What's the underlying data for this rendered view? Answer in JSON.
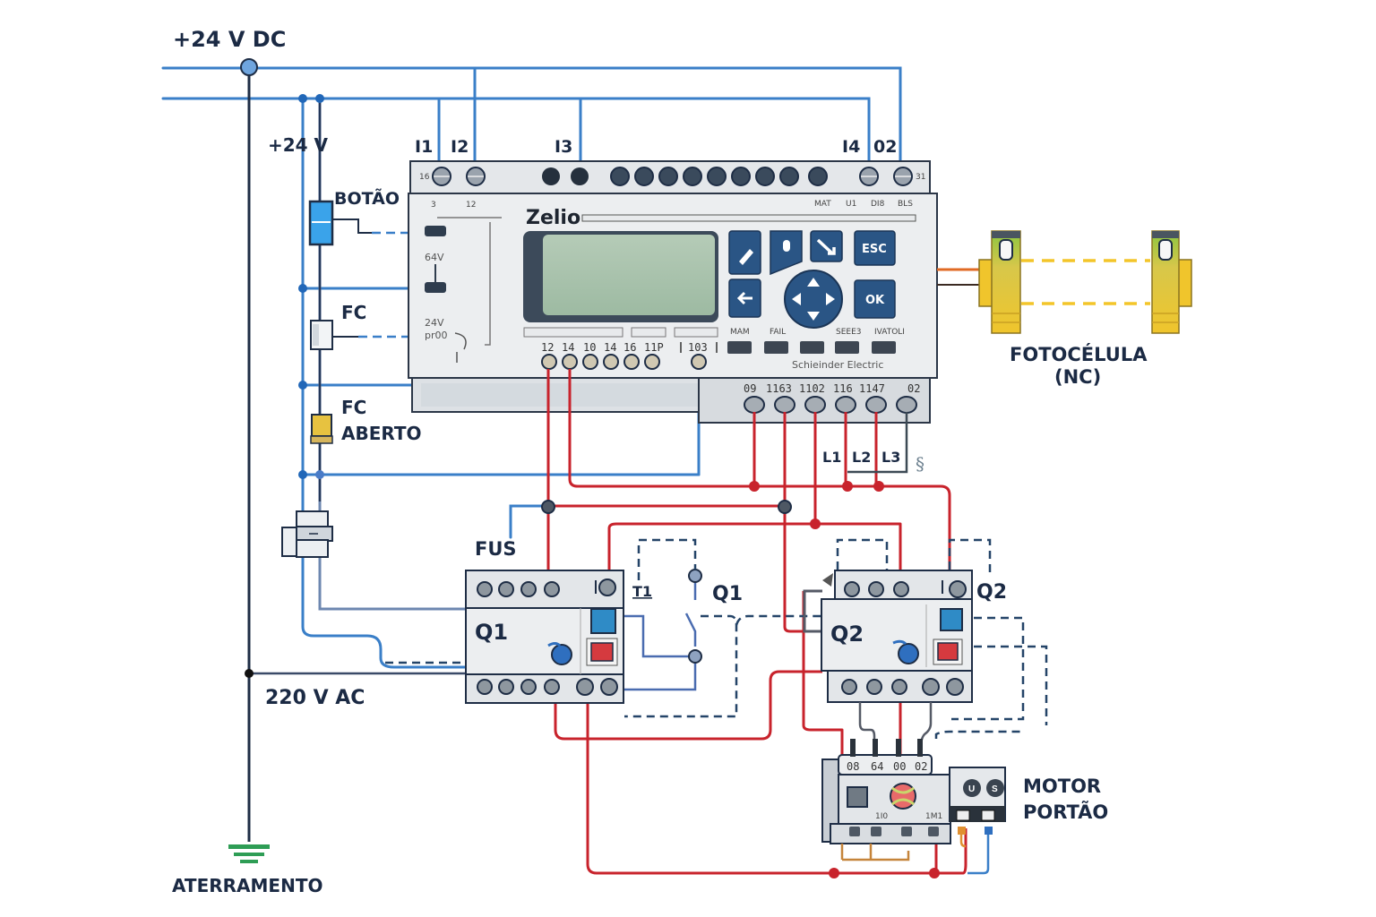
{
  "supply": {
    "dc_main_label": "+24 V DC",
    "dc_branch_label": "+24 V",
    "ac_label": "220 V AC",
    "ground_label": "ATERRAMENTO"
  },
  "inputs": {
    "button_label": "BOTÃO",
    "limit_switch_label": "FC",
    "limit_open_label_1": "FC",
    "limit_open_label_2": "ABERTO",
    "fuse_label": "FUS"
  },
  "plc": {
    "brand": "Zelio",
    "manufacturer": "Schieinder Electric",
    "top_io_labels": [
      "I1",
      "I2",
      "I3",
      "I4",
      "02"
    ],
    "top_small_left": "16",
    "top_small_right": "31",
    "face_top_left": [
      "3",
      "12"
    ],
    "face_top_right": [
      "MAT",
      "U1",
      "DI8",
      "BLS"
    ],
    "side_labels": [
      "64V",
      "24V",
      "pr00"
    ],
    "bottom_terminals": [
      "12",
      "14",
      "10",
      "14",
      "16",
      "11P"
    ],
    "bottom_terminal_extra": "103",
    "keypad": {
      "esc_label": "ESC",
      "ok_label": "OK"
    },
    "function_key_labels": [
      "MAM",
      "FAIL",
      "SEEE3",
      "IVATOLI"
    ],
    "output_terminals": [
      "09",
      "1163",
      "1102",
      "116",
      "1147",
      "02"
    ],
    "phase_labels": [
      "L1",
      "L2",
      "L3"
    ]
  },
  "photocell": {
    "label_1": "FOTOCÉLULA",
    "label_2": "(NC)"
  },
  "contactors": {
    "q1_label": "Q1",
    "q2_label": "Q2",
    "q1_switch_label": "Q1",
    "q2_side_label": "Q2",
    "timer_label": "T1"
  },
  "motor": {
    "terminal_labels": [
      "08",
      "64",
      "00",
      "02"
    ],
    "inner_labels": [
      "1I0",
      "1M1"
    ],
    "label_1": "MOTOR",
    "label_2": "PORTÃO"
  },
  "colors": {
    "dc_wire": "#3a7fc8",
    "ac_wire": "#c8232c",
    "neutral_wire": "#1e2d45",
    "control_dashed": "#244468",
    "ground": "#2e9d55",
    "plc_button": "#2a5585",
    "photocell": "#f0c52c"
  }
}
